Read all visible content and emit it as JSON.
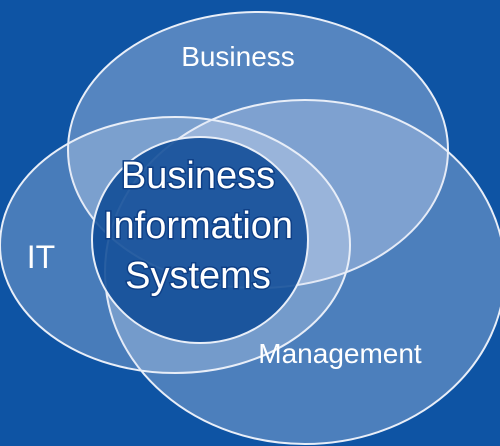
{
  "colors": {
    "background": "#0e54a4",
    "set_fill": "#dfe6f5",
    "center_fill": "#0f4b96",
    "outline": "#e8eef8"
  },
  "sets": {
    "business": "Business",
    "it": "IT",
    "management": "Management"
  },
  "center": {
    "line1": "Business",
    "line2": "Information",
    "line3": "Systems"
  }
}
